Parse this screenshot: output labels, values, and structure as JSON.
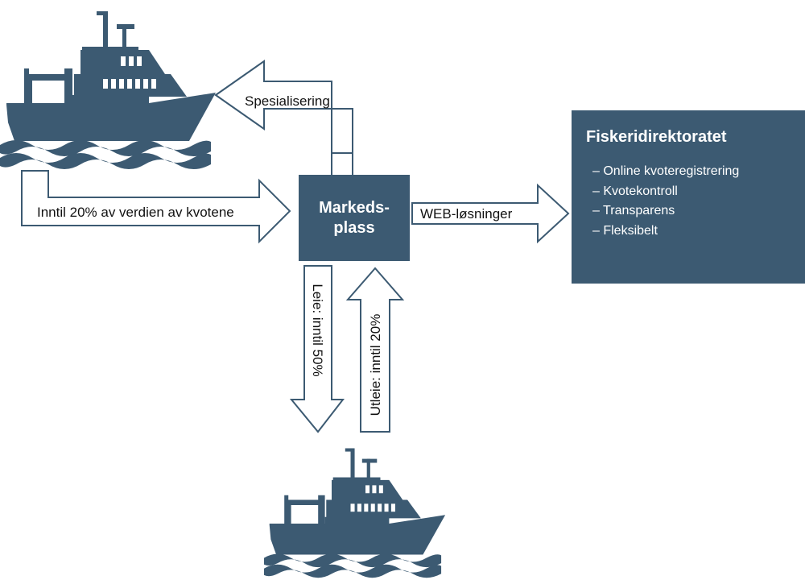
{
  "colors": {
    "navy": "#3c5a72",
    "arrow_outline": "#3c5a72",
    "text": "#111111"
  },
  "icons": {
    "top_vessel": "fishing-boat-icon",
    "bottom_vessel": "fishing-boat-icon"
  },
  "arrows": {
    "spesialisering": "Spesialisering",
    "inntil_20_verdien": "Inntil 20% av verdien av kvotene",
    "web": "WEB-løsninger",
    "leie": "Leie: inntil 50%",
    "utleie": "Utleie: inntil 20%"
  },
  "marketplace": {
    "line1": "Markeds-",
    "line2": "plass"
  },
  "fiskeridirektoratet": {
    "title": "Fiskeridirektoratet",
    "items": [
      "– Online kvoteregistrering",
      "– Kvotekontroll",
      "– Transparens",
      "– Fleksibelt"
    ]
  }
}
